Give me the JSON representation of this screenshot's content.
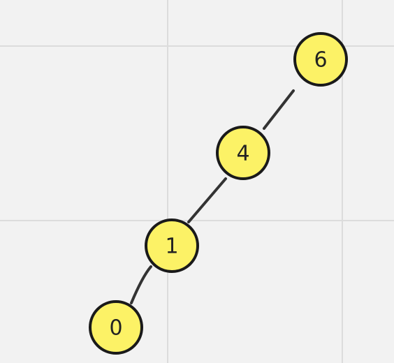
{
  "diagram": {
    "kind": "tree",
    "colors": {
      "background": "#f2f2f2",
      "grid": "#dcdcdc",
      "edge": "#333333",
      "node_fill": "#fcf266",
      "node_stroke": "#1a1a1a",
      "label": "#222222"
    },
    "nodes": [
      {
        "id": "n6",
        "label": "6"
      },
      {
        "id": "n4",
        "label": "4"
      },
      {
        "id": "n1",
        "label": "1"
      },
      {
        "id": "n0",
        "label": "0"
      }
    ],
    "edges": [
      {
        "from": "n6",
        "to": "n4"
      },
      {
        "from": "n4",
        "to": "n1"
      },
      {
        "from": "n1",
        "to": "n0"
      }
    ]
  }
}
